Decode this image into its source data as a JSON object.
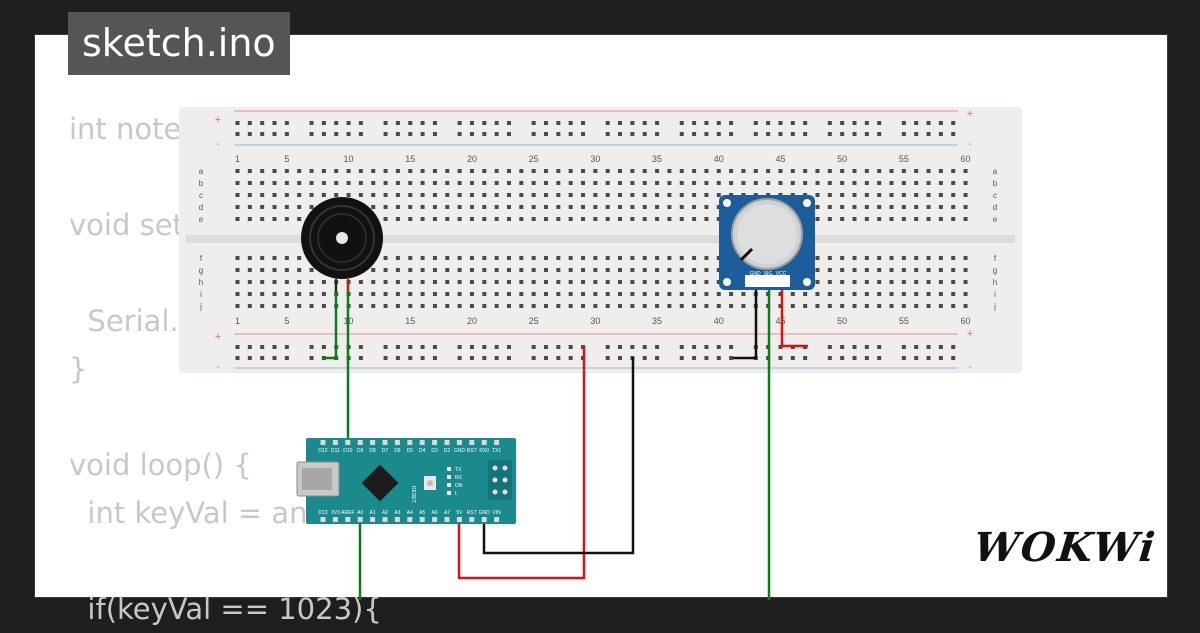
{
  "project_title": "sketch.ino",
  "code_lines": [
    "int note",
    "",
    "void set",
    "",
    "  Serial.",
    "}",
    "",
    "void loop() {",
    "  int keyVal = an",
    "",
    "  if(keyVal == 1023){"
  ],
  "breadboard": {
    "column_numbers": [
      "1",
      "5",
      "10",
      "15",
      "20",
      "25",
      "30",
      "35",
      "40",
      "45",
      "50",
      "55",
      "60"
    ],
    "row_letters_top": [
      "a",
      "b",
      "c",
      "d",
      "e"
    ],
    "row_letters_bottom": [
      "f",
      "g",
      "h",
      "i",
      "j"
    ],
    "rail_plus": "+",
    "rail_minus": "-"
  },
  "potentiometer": {
    "pins": [
      "GND",
      "SIG",
      "VCC"
    ]
  },
  "arduino": {
    "top_pins": [
      "D12",
      "D11",
      "D10",
      "D9",
      "D8",
      "D7",
      "D6",
      "D5",
      "D4",
      "D3",
      "D2",
      "GND",
      "RST",
      "RX0",
      "TX1"
    ],
    "bottom_pins": [
      "D13",
      "3V3",
      "AREF",
      "A0",
      "A1",
      "A2",
      "A3",
      "A4",
      "A5",
      "A6",
      "A7",
      "5V",
      "RST",
      "GND",
      "VIN"
    ],
    "leds": [
      "TX",
      "RX",
      "ON",
      "L"
    ],
    "reset_label": "RESET"
  },
  "brand_logo": "WOKWi",
  "colors": {
    "background": "#1e1e1e",
    "wire_green": "#0a7d1b",
    "wire_red": "#e01010",
    "wire_black": "#111111",
    "arduino_teal": "#1a8a8c",
    "pot_blue": "#1b5e9b",
    "breadboard": "#efeeec"
  }
}
